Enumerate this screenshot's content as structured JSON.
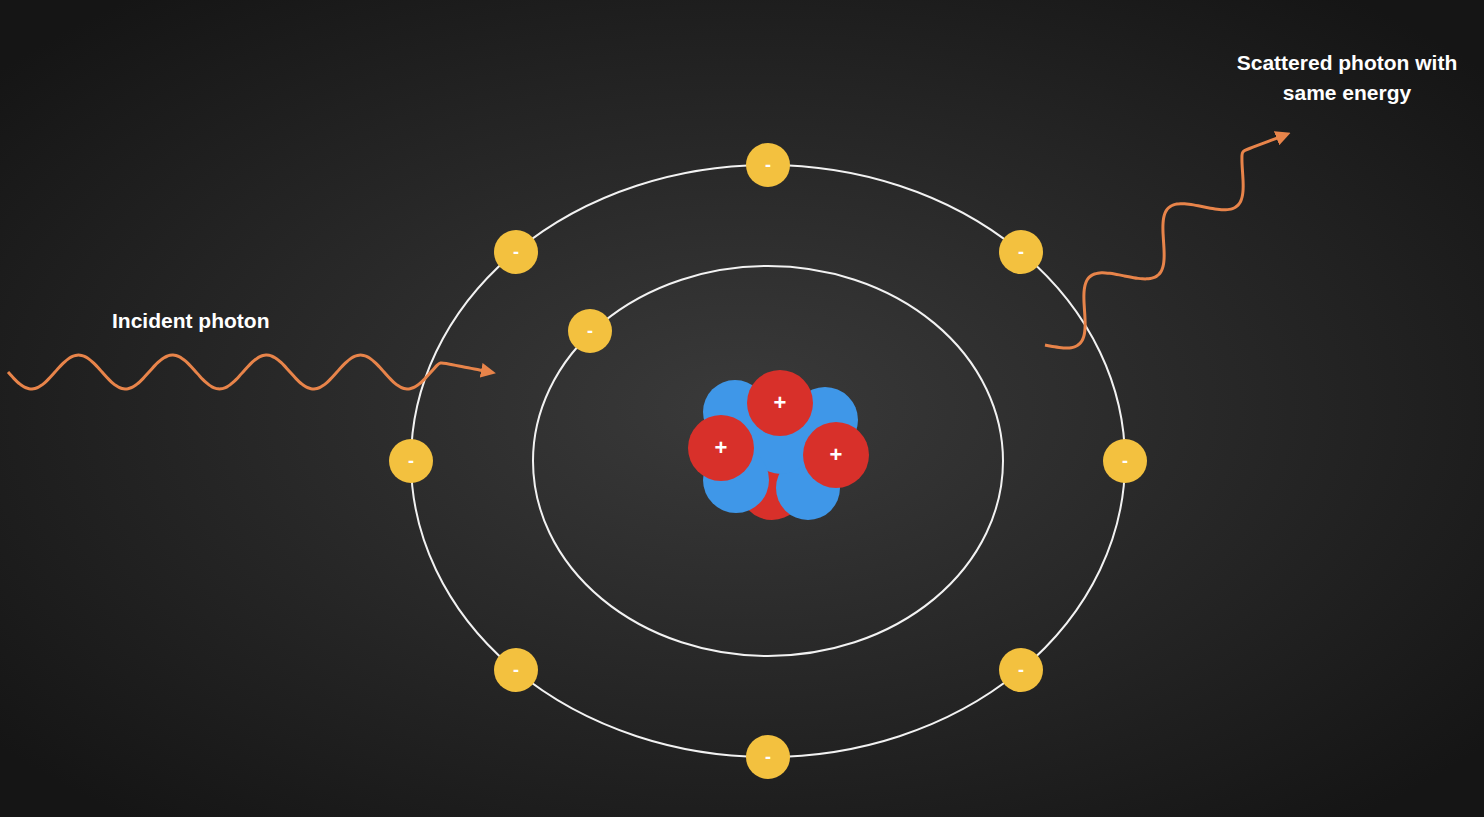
{
  "diagram": {
    "nodes": [
      {
        "text": [
          "-"
        ]
      },
      {
        "text": [
          "-"
        ]
      },
      {
        "text": [
          "-"
        ]
      },
      {
        "text": [
          "-"
        ]
      },
      {
        "text": [
          "+"
        ]
      },
      {
        "text": [
          "+"
        ]
      },
      {
        "text": [
          "+"
        ]
      },
      {
        "text": [
          "-"
        ]
      },
      {
        "text": [
          "-"
        ]
      },
      {
        "text": [
          "-"
        ]
      },
      {
        "text": [
          "-"
        ]
      },
      {
        "text": [
          "-"
        ]
      }
    ],
    "labels": [
      "Scattered photon with same energy",
      "Incident photon"
    ]
  }
}
